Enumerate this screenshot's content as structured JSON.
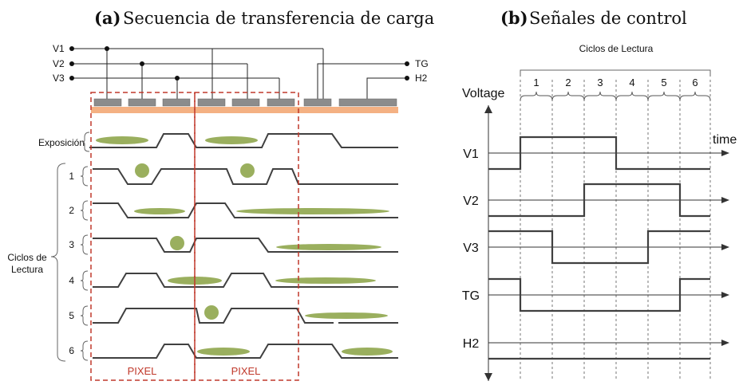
{
  "panel_a": {
    "letter": "(a)",
    "title": "Secuencia de transferencia de carga",
    "bus_labels": [
      "V1",
      "V2",
      "V3"
    ],
    "tg_label": "TG",
    "h2_label": "H2",
    "exposure_label": "Exposición",
    "cycles_label_line1": "Ciclos de",
    "cycles_label_line2": "Lectura",
    "cycle_numbers": [
      "1",
      "2",
      "3",
      "4",
      "5",
      "6"
    ],
    "pixel_label": "PIXEL"
  },
  "panel_b": {
    "letter": "(b)",
    "title": "Señales de control",
    "cycles_header": "Ciclos de Lectura",
    "cycle_numbers": [
      "1",
      "2",
      "3",
      "4",
      "5",
      "6"
    ],
    "voltage_label": "Voltage",
    "time_label": "time",
    "signals": [
      {
        "name": "V1",
        "levels": [
          "low",
          "high",
          "high",
          "high",
          "low",
          "low",
          "low",
          "low"
        ]
      },
      {
        "name": "V2",
        "levels": [
          "low",
          "low",
          "low",
          "high",
          "high",
          "high",
          "low",
          "low"
        ]
      },
      {
        "name": "V3",
        "levels": [
          "high",
          "high",
          "low",
          "low",
          "low",
          "high",
          "high",
          "high"
        ]
      },
      {
        "name": "TG",
        "levels": [
          "high",
          "low",
          "low",
          "low",
          "low",
          "low",
          "high",
          "high"
        ]
      },
      {
        "name": "H2",
        "levels": [
          "low",
          "low",
          "low",
          "low",
          "low",
          "low",
          "low",
          "low"
        ]
      }
    ]
  },
  "colors": {
    "line": "#404040",
    "charge": "#9aaf5e",
    "pixel_box": "#c0392b",
    "electrode": "#8c8c8c",
    "substrate": "#f4b183"
  }
}
